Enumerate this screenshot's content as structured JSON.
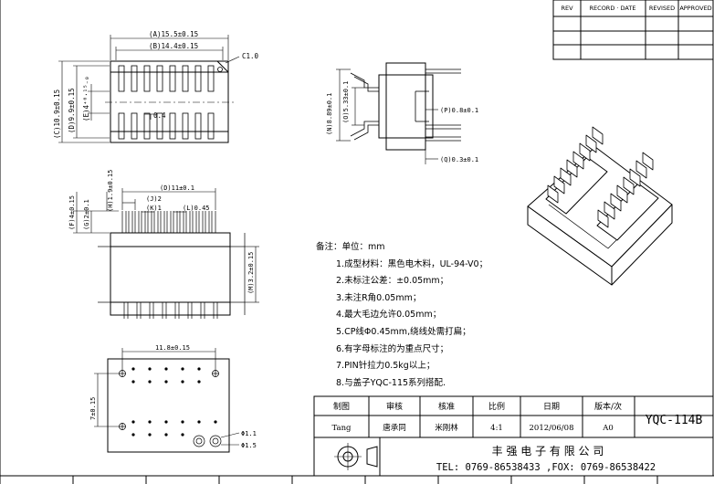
{
  "revision_table": {
    "headers": [
      "REV",
      "RECORD · DATE",
      "REVISED",
      "APPROVED"
    ]
  },
  "top_view": {
    "dim_a": "(A)15.5±0.15",
    "dim_b": "(B)14.4±0.15",
    "dim_c1": "C1.0",
    "dim_c": "(C)10.9±0.15",
    "dim_d": "(D)9.9±0.15",
    "dim_e": "(E)4⁺⁰·¹⁵₋₀",
    "dim_04": "0.4"
  },
  "side_view": {
    "dim_n": "(N)8.89±0.1",
    "dim_o": "(O)5.33±0.1",
    "dim_p": "(P)0.8±0.1",
    "dim_q": "(Q)0.3±0.1"
  },
  "front_view": {
    "dim_d11": "(D)11±0.1",
    "dim_j": "(J)2",
    "dim_h": "(H)1.9±0.15",
    "dim_k": "(K)1",
    "dim_l": "(L)0.45",
    "dim_f": "(F)4±0.15",
    "dim_g": "(G)2±0.1",
    "dim_m": "(M)3.2±0.15"
  },
  "bottom_view": {
    "dim_width": "11.8±0.15",
    "dim_height": "7±0.15",
    "dim_hole1": "Φ1.1",
    "dim_hole2": "Φ1.5"
  },
  "notes": {
    "title": "备注：单位：mm",
    "items": [
      "1.成型材料：黑色电木料，UL-94-V0；",
      "2.未标注公差：±0.05mm；",
      "3.未注R角0.05mm；",
      "4.最大毛边允许0.05mm；",
      "5.CP线Φ0.45mm,绕线处需打扁；",
      "6.有字母标注的为重点尺寸；",
      "7.PIN针拉力0.5kg以上；",
      "8.与盖子YQC-115系列搭配."
    ]
  },
  "title_block": {
    "headers": [
      "制图",
      "审核",
      "核准",
      "比例",
      "日期",
      "版本/次"
    ],
    "values": [
      "Tang",
      "唐承同",
      "米刚林",
      "4:1",
      "2012/06/08",
      "A0"
    ],
    "part_number": "YQC-114B",
    "company": "丰 强 电 子 有 限 公 司",
    "contact": "TEL: 0769-86538433 ,FOX: 0769-86538422"
  }
}
